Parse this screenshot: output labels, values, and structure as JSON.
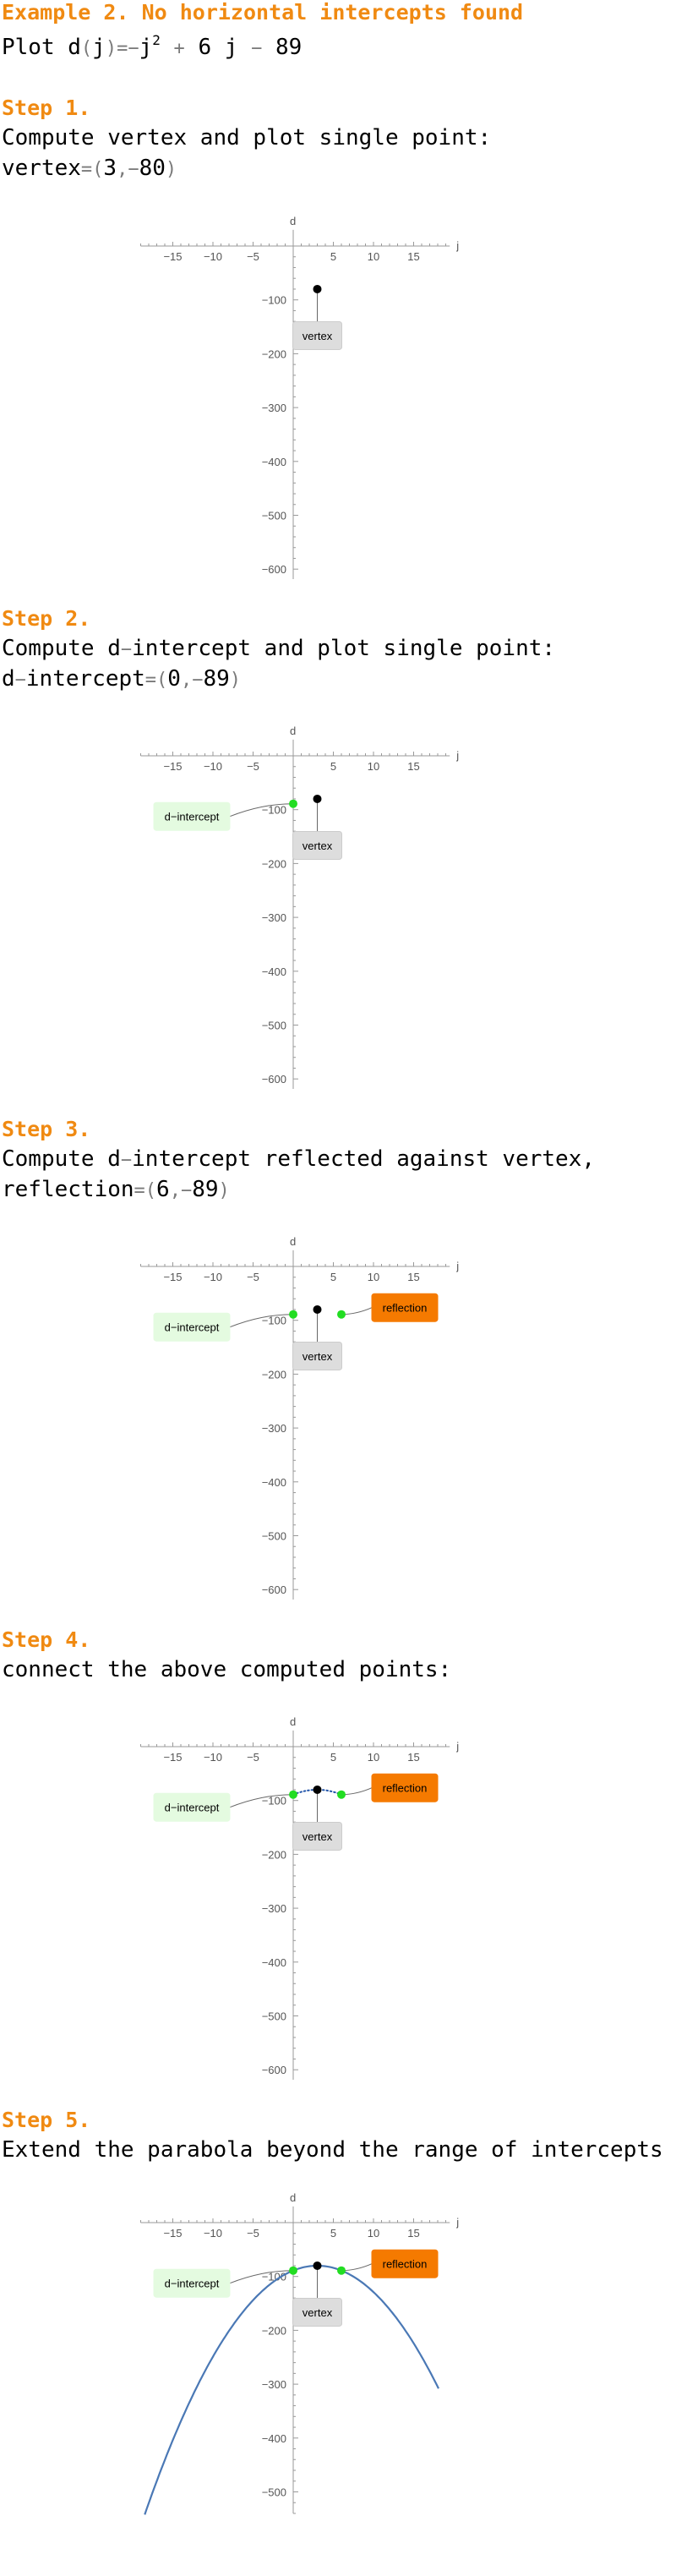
{
  "header": {
    "title": "Example 2. No horizontal intercepts found",
    "plot_prefix": "Plot d",
    "plot_paren_open": "(",
    "plot_var": "j",
    "plot_paren_close": ")",
    "plot_eq": "=",
    "plot_minus": "−",
    "plot_j2": "j",
    "plot_exp": "2",
    "plot_plus": "+",
    "plot_b": "6 j",
    "plot_minus2": "−",
    "plot_c": "89"
  },
  "steps": [
    {
      "title": "Step 1.",
      "line1": "Compute vertex and plot single point:",
      "line2_label": "vertex",
      "line2_eq": "=",
      "line2_open": "(",
      "line2_x": "3",
      "line2_sep": ",",
      "line2_neg": "−",
      "line2_y": "80",
      "line2_close": ")"
    },
    {
      "title": "Step 2.",
      "line1_a": "Compute d",
      "line1_op": "−",
      "line1_b": "intercept and plot single point:",
      "line2_label_a": "d",
      "line2_label_op": "−",
      "line2_label_b": "intercept",
      "line2_eq": "=",
      "line2_open": "(",
      "line2_x": "0",
      "line2_sep": ",",
      "line2_neg": "−",
      "line2_y": "89",
      "line2_close": ")"
    },
    {
      "title": "Step 3.",
      "line1_a": "Compute d",
      "line1_op": "−",
      "line1_b": "intercept reflected against vertex,",
      "line2_label": "reflection",
      "line2_eq": "=",
      "line2_open": "(",
      "line2_x": "6",
      "line2_sep": ",",
      "line2_neg": "−",
      "line2_y": "89",
      "line2_close": ")"
    },
    {
      "title": "Step 4.",
      "line1": "connect the above computed points:"
    },
    {
      "title": "Step 5.",
      "line1": "Extend the parabola beyond the range of intercepts"
    }
  ],
  "chart_data": [
    {
      "type": "scatter",
      "xlabel": "j",
      "ylabel": "d",
      "xlim": [
        -19,
        19.5
      ],
      "ylim": [
        -620,
        30
      ],
      "xticks": [
        -15,
        -10,
        -5,
        5,
        10,
        15
      ],
      "yticks": [
        -100,
        -200,
        -300,
        -400,
        -500,
        -600
      ],
      "points": [
        {
          "x": 3,
          "y": -80,
          "label": "vertex",
          "color": "#000000"
        }
      ]
    },
    {
      "type": "scatter",
      "xlabel": "j",
      "ylabel": "d",
      "xlim": [
        -19,
        19.5
      ],
      "ylim": [
        -620,
        30
      ],
      "xticks": [
        -15,
        -10,
        -5,
        5,
        10,
        15
      ],
      "yticks": [
        -100,
        -200,
        -300,
        -400,
        -500,
        -600
      ],
      "points": [
        {
          "x": 0,
          "y": -89,
          "label": "d−intercept",
          "color": "#22dd22"
        },
        {
          "x": 3,
          "y": -80,
          "label": "vertex",
          "color": "#000000"
        }
      ]
    },
    {
      "type": "scatter",
      "xlabel": "j",
      "ylabel": "d",
      "xlim": [
        -19,
        19.5
      ],
      "ylim": [
        -620,
        30
      ],
      "xticks": [
        -15,
        -10,
        -5,
        5,
        10,
        15
      ],
      "yticks": [
        -100,
        -200,
        -300,
        -400,
        -500,
        -600
      ],
      "points": [
        {
          "x": 0,
          "y": -89,
          "label": "d−intercept",
          "color": "#22dd22"
        },
        {
          "x": 3,
          "y": -80,
          "label": "vertex",
          "color": "#000000"
        },
        {
          "x": 6,
          "y": -89,
          "label": "reflection",
          "color": "#22dd22"
        }
      ]
    },
    {
      "type": "line",
      "xlabel": "j",
      "ylabel": "d",
      "xlim": [
        -19,
        19.5
      ],
      "ylim": [
        -620,
        30
      ],
      "xticks": [
        -15,
        -10,
        -5,
        5,
        10,
        15
      ],
      "yticks": [
        -100,
        -200,
        -300,
        -400,
        -500,
        -600
      ],
      "points": [
        {
          "x": 0,
          "y": -89,
          "label": "d−intercept",
          "color": "#22dd22"
        },
        {
          "x": 3,
          "y": -80,
          "label": "vertex",
          "color": "#000000"
        },
        {
          "x": 6,
          "y": -89,
          "label": "reflection",
          "color": "#22dd22"
        }
      ],
      "curve": {
        "a": -1,
        "b": 6,
        "c": -89,
        "from": 0,
        "to": 6,
        "style": "dotted",
        "color": "#2255aa"
      }
    },
    {
      "type": "line",
      "xlabel": "j",
      "ylabel": "d",
      "xlim": [
        -19,
        19.5
      ],
      "ylim": [
        -540,
        30
      ],
      "xticks": [
        -15,
        -10,
        -5,
        5,
        10,
        15
      ],
      "yticks": [
        -100,
        -200,
        -300,
        -400,
        -500
      ],
      "points": [
        {
          "x": 0,
          "y": -89,
          "label": "d−intercept",
          "color": "#22dd22"
        },
        {
          "x": 3,
          "y": -80,
          "label": "vertex",
          "color": "#000000"
        },
        {
          "x": 6,
          "y": -89,
          "label": "reflection",
          "color": "#22dd22"
        }
      ],
      "curve": {
        "a": -1,
        "b": 6,
        "c": -89,
        "from": -18.5,
        "to": 18.1,
        "style": "solid",
        "color": "#4a78b5"
      }
    }
  ],
  "colors": {
    "heading": "#f08a12",
    "operator": "#7a7a7a",
    "vertex_label_bg": "#dddddd",
    "intercept_label_bg": "#e4fbe0",
    "reflection_label_bg": "#f57a00"
  }
}
